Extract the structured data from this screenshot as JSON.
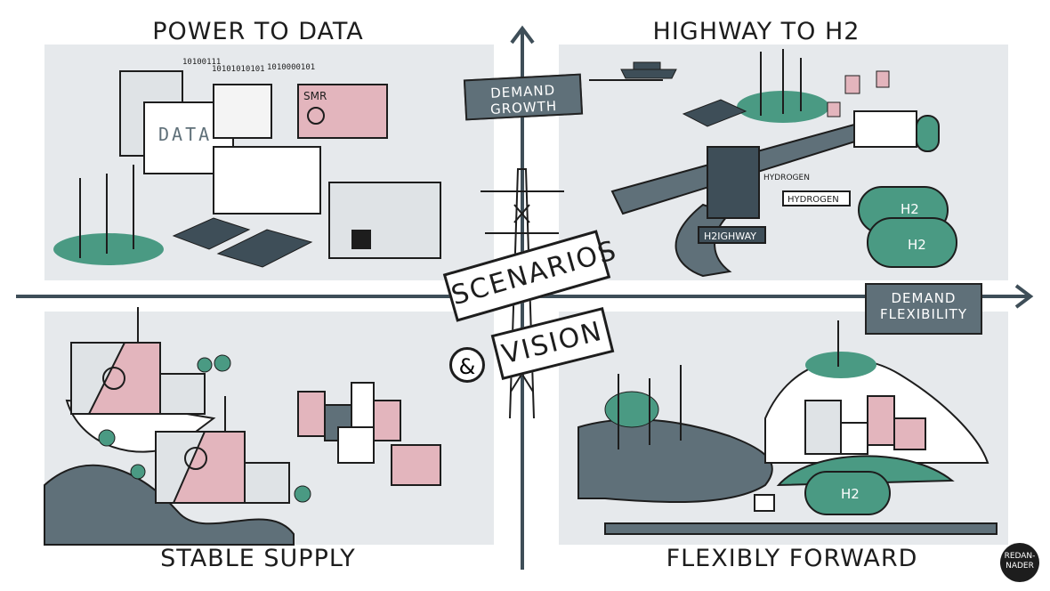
{
  "quadrants": {
    "top_left": {
      "title": "POWER TO DATA",
      "data_label": "DATA",
      "smr_label": "SMR",
      "binary_1": "10100111",
      "binary_2": "10101010101",
      "binary_3": "1010000101"
    },
    "top_right": {
      "title": "HIGHWAY TO H2",
      "h2": "H2",
      "highway_sign": "H2IGHWAY",
      "hydrogen_1": "HYDROGEN",
      "hydrogen_2": "HYDROGEN"
    },
    "bottom_left": {
      "title": "STABLE SUPPLY"
    },
    "bottom_right": {
      "title": "FLEXIBLY FORWARD",
      "h2": "H2"
    }
  },
  "axes": {
    "vertical_label": "DEMAND GROWTH",
    "horizontal_label": "DEMAND FLEXIBILITY"
  },
  "center": {
    "sign_top": "SCENARIOS",
    "ampersand": "&",
    "sign_bottom": "VISION"
  },
  "logo": {
    "text_1": "REDAN-",
    "text_2": "NADER"
  },
  "colors": {
    "panel": "#e6e9ec",
    "accent_green": "#4a9a83",
    "accent_pink": "#e3b5bd",
    "slate": "#5f7079",
    "ink": "#1d1d1d"
  }
}
